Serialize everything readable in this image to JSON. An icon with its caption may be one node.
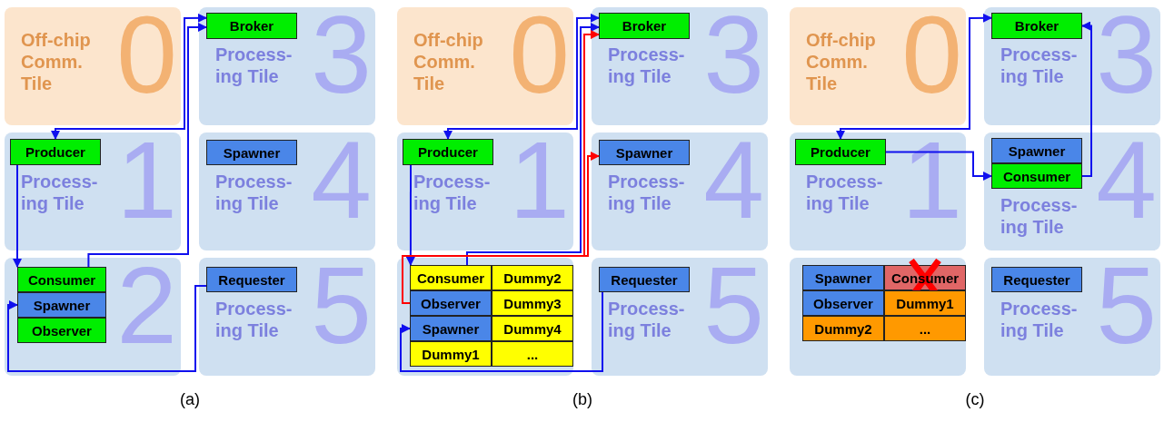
{
  "diagram": {
    "nodes": [
      {
        "text": [
          "Off-chip Comm. Tile",
          "0"
        ]
      },
      {
        "text": [
          "Process- ing Tile",
          "3"
        ]
      },
      {
        "text": [
          "Broker"
        ],
        "in": 1
      },
      {
        "text": [
          "Process- ing Tile",
          "1"
        ]
      },
      {
        "text": [
          "Producer"
        ],
        "in": 3
      },
      {
        "text": [
          "Process- ing Tile",
          "4"
        ]
      },
      {
        "text": [
          "Spawner"
        ],
        "in": 5
      },
      {
        "text": [
          "2"
        ]
      },
      {
        "text": [
          "Consumer"
        ],
        "in": 7
      },
      {
        "text": [
          "Spawner"
        ],
        "in": 7
      },
      {
        "text": [
          "Observer"
        ],
        "in": 7
      },
      {
        "text": [
          "Process- ing Tile",
          "5"
        ]
      },
      {
        "text": [
          "Requester"
        ],
        "in": 11
      },
      {
        "text": [
          "Off-chip Comm. Tile",
          "0"
        ]
      },
      {
        "text": [
          "Process- ing Tile",
          "3"
        ]
      },
      {
        "text": [
          "Broker"
        ],
        "in": 14
      },
      {
        "text": [
          "Process- ing Tile",
          "1"
        ]
      },
      {
        "text": [
          "Producer"
        ],
        "in": 16
      },
      {
        "text": [
          "Process- ing Tile",
          "4"
        ]
      },
      {
        "text": [
          "Spawner"
        ],
        "in": 18
      },
      {
        "text": [],
        "shape": "box"
      },
      {
        "text": [
          "Consumer"
        ],
        "in": 20
      },
      {
        "text": [
          "Dummy2"
        ],
        "in": 20
      },
      {
        "text": [
          "Observer"
        ],
        "in": 20
      },
      {
        "text": [
          "Dummy3"
        ],
        "in": 20
      },
      {
        "text": [
          "Spawner"
        ],
        "in": 20
      },
      {
        "text": [
          "Dummy4"
        ],
        "in": 20
      },
      {
        "text": [
          "Dummy1"
        ],
        "in": 20
      },
      {
        "text": [
          "..."
        ],
        "in": 20
      },
      {
        "text": [
          "Process- ing Tile",
          "5"
        ]
      },
      {
        "text": [
          "Requester"
        ],
        "in": 29
      },
      {
        "text": [
          "Off-chip Comm. Tile",
          "0"
        ]
      },
      {
        "text": [
          "Process- ing Tile",
          "3"
        ]
      },
      {
        "text": [
          "Broker"
        ],
        "in": 32
      },
      {
        "text": [
          "Process- ing Tile",
          "1"
        ]
      },
      {
        "text": [
          "Producer"
        ],
        "in": 34
      },
      {
        "text": [
          "Process- ing Tile",
          "4"
        ]
      },
      {
        "text": [
          "Spawner"
        ],
        "in": 36
      },
      {
        "text": [
          "Consumer"
        ],
        "in": 36
      },
      {
        "text": [],
        "shape": "box"
      },
      {
        "text": [
          "Spawner"
        ],
        "in": 39
      },
      {
        "text": [
          "Consumer"
        ],
        "in": 39
      },
      {
        "text": [
          "Observer"
        ],
        "in": 39
      },
      {
        "text": [
          "Dummy1"
        ],
        "in": 39
      },
      {
        "text": [
          "Dummy2"
        ],
        "in": 39
      },
      {
        "text": [
          "..."
        ],
        "in": 39
      },
      {
        "text": [
          "Process- ing Tile",
          "5"
        ]
      },
      {
        "text": [
          "Requester"
        ],
        "in": 46
      }
    ],
    "edges": [
      {
        "from": 4,
        "to": 2,
        "arrow": "both"
      },
      {
        "from": 4,
        "to": 8,
        "arrow": "to"
      },
      {
        "from": 8,
        "to": 2,
        "arrow": "to"
      },
      {
        "from": 12,
        "to": 9,
        "arrow": "to"
      },
      {
        "from": 17,
        "to": 15,
        "arrow": "both"
      },
      {
        "from": 17,
        "to": 21,
        "arrow": "to"
      },
      {
        "from": 21,
        "to": 15,
        "arrow": "to"
      },
      {
        "from": 23,
        "to": 15,
        "arrow": "to",
        "color": "#ff0000"
      },
      {
        "from": 23,
        "to": 19,
        "arrow": "to",
        "color": "#ff0000"
      },
      {
        "from": 30,
        "to": 25,
        "arrow": "to"
      },
      {
        "from": 35,
        "to": 33,
        "arrow": "both"
      },
      {
        "from": 35,
        "to": 38,
        "arrow": "to"
      },
      {
        "from": 38,
        "to": 33,
        "arrow": "to"
      }
    ],
    "labels": [
      "(a)",
      "(b)",
      "(c)"
    ]
  }
}
